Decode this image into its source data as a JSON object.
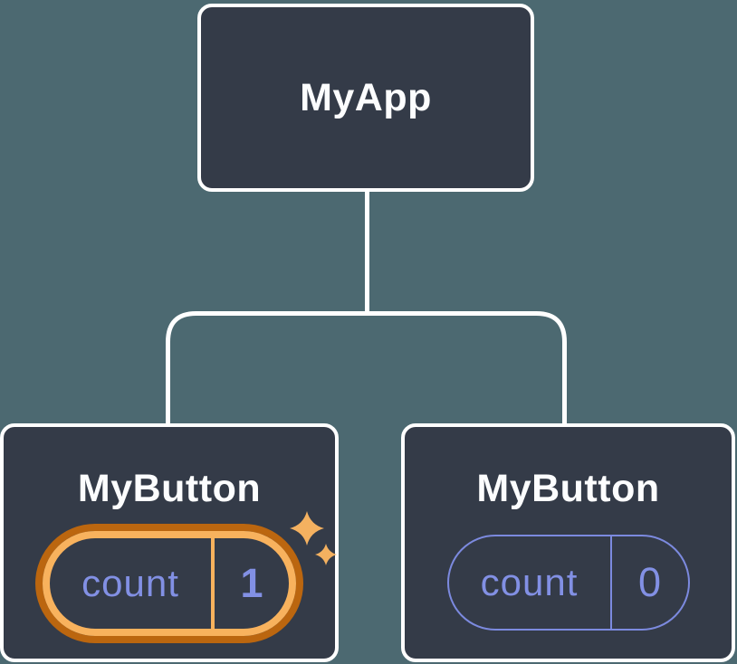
{
  "diagram": {
    "description": "React component tree diagram",
    "root": {
      "label": "MyApp"
    },
    "children": [
      {
        "label": "MyButton",
        "state": {
          "key": "count",
          "value": "1"
        },
        "highlighted": true,
        "icon": "sparkle-icon"
      },
      {
        "label": "MyButton",
        "state": {
          "key": "count",
          "value": "0"
        },
        "highlighted": false
      }
    ]
  },
  "colors": {
    "background": "#4C6971",
    "node_fill": "#343B48",
    "node_border": "#FFFFFF",
    "connector": "#FFFFFF",
    "title_text": "#FCFDFE",
    "state_text": "#8290E4",
    "state_pill_border": "#7C8ADF",
    "highlight_ring_inner": "#F8B25D",
    "highlight_ring_outer": "#BB660F",
    "sparkle": "#F4B160"
  }
}
